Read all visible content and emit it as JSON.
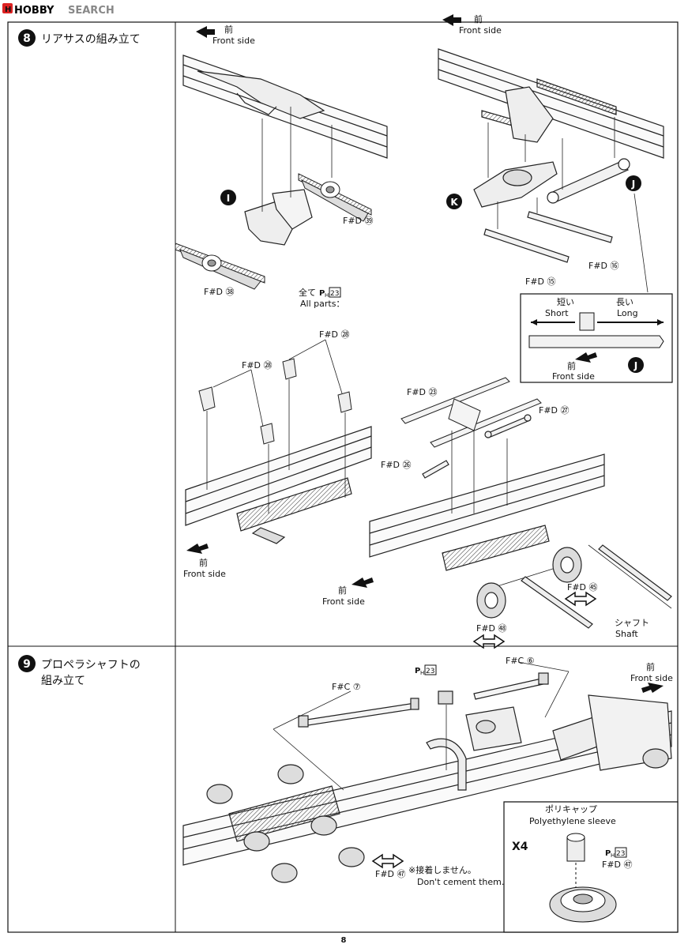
{
  "watermark": {
    "brand": "HOBBY",
    "suffix": "SEARCH"
  },
  "steps": [
    {
      "number": "8",
      "title": "リアサスの組み立て"
    },
    {
      "number": "9",
      "title_line1": "プロペラシャフトの",
      "title_line2": "組み立て"
    }
  ],
  "labels": {
    "front_jp": "前",
    "front_en": "Front side",
    "part_39": "F#D ㊴",
    "part_38": "F#D ㊳",
    "part_16": "F#D ⑯",
    "part_15": "F#D ⑮",
    "part_28": "F#D ㉘",
    "part_23": "F#D ㉓",
    "part_27": "F#D ㉗",
    "part_26": "F#D ㉖",
    "part_45": "F#D ㊺",
    "part_48": "F#D ㊽",
    "part_47": "F#D ㊼",
    "part_c7": "F#C ⑦",
    "part_c6": "F#C ⑥",
    "all_jp": "全て",
    "all_en": "All parts：",
    "ph_mark": "P",
    "ph_sub": "H",
    "ph_num": "23",
    "short_jp": "短い",
    "short_en": "Short",
    "long_jp": "長い",
    "long_en": "Long",
    "shaft_jp": "シャフト",
    "shaft_en": "Shaft",
    "poly_jp": "ポリキャップ",
    "poly_en": "Polyethylene sleeve",
    "x4": "X4",
    "no_cement_jp": "※接着しません。",
    "no_cement_en": "Don't cement them.",
    "callout_i": "I",
    "callout_k": "K",
    "callout_j": "J"
  },
  "page_number": "8"
}
